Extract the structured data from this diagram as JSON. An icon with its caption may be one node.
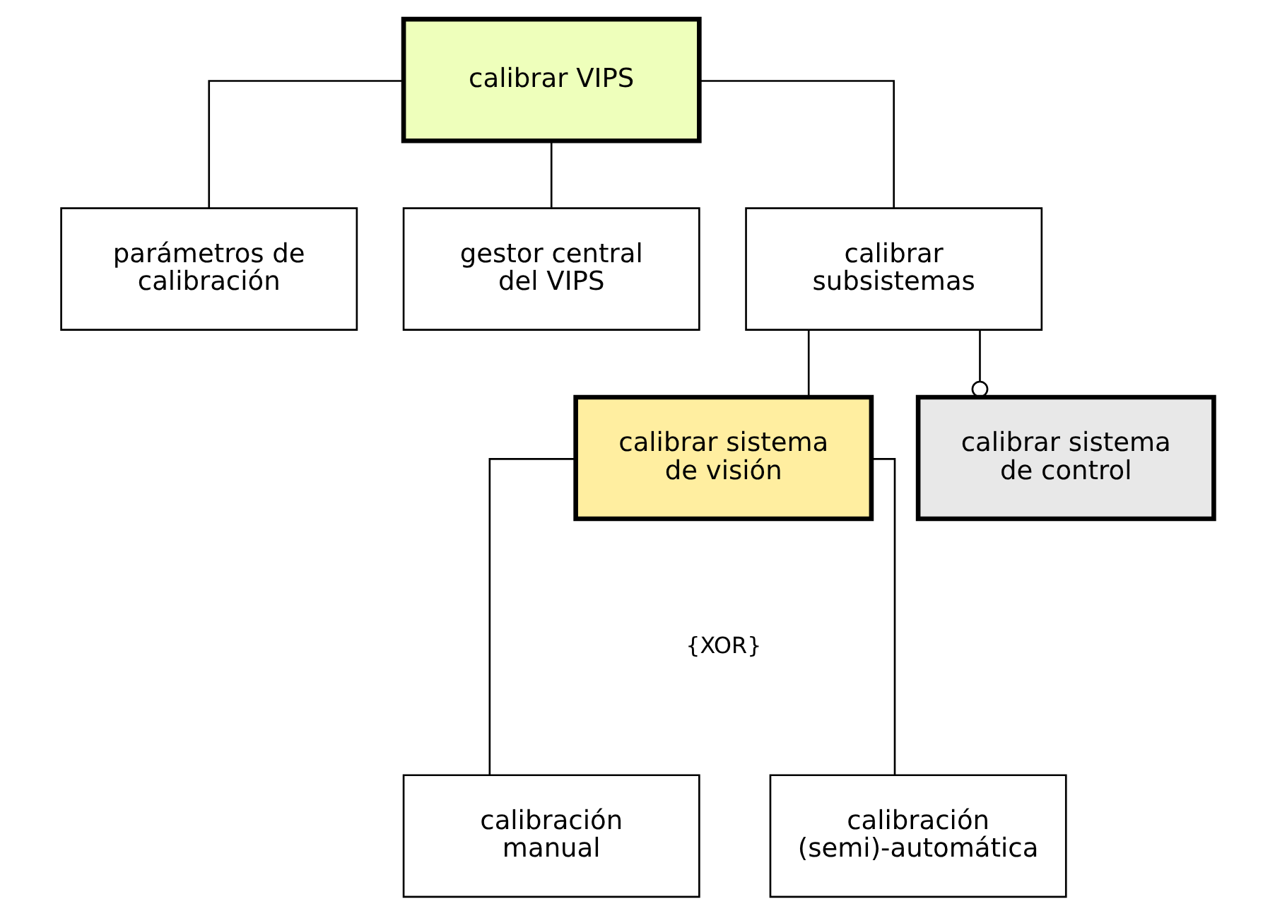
{
  "diagram": {
    "nodes": [
      {
        "text": [
          "calibrar VIPS"
        ]
      },
      {
        "text": [
          "parámetros de calibración"
        ]
      },
      {
        "text": [
          "gestor central del VIPS"
        ]
      },
      {
        "text": [
          "calibrar subsistemas"
        ]
      },
      {
        "text": [
          "calibrar sistema de visión"
        ]
      },
      {
        "text": [
          "calibrar sistema de control"
        ]
      },
      {
        "text": [
          "calibración manual"
        ]
      },
      {
        "text": [
          "calibración (semi)-automática"
        ]
      }
    ],
    "edges": [
      {
        "from": 0,
        "to": 1,
        "arrow": "none"
      },
      {
        "from": 0,
        "to": 2,
        "arrow": "none"
      },
      {
        "from": 0,
        "to": 3,
        "arrow": "none"
      },
      {
        "from": 3,
        "to": 4,
        "arrow": "none"
      },
      {
        "from": 3,
        "to": 5,
        "arrow": "other"
      },
      {
        "from": 4,
        "to": 6,
        "arrow": "none"
      },
      {
        "from": 4,
        "to": 7,
        "arrow": "none"
      }
    ],
    "labels": [
      "{XOR}"
    ]
  }
}
